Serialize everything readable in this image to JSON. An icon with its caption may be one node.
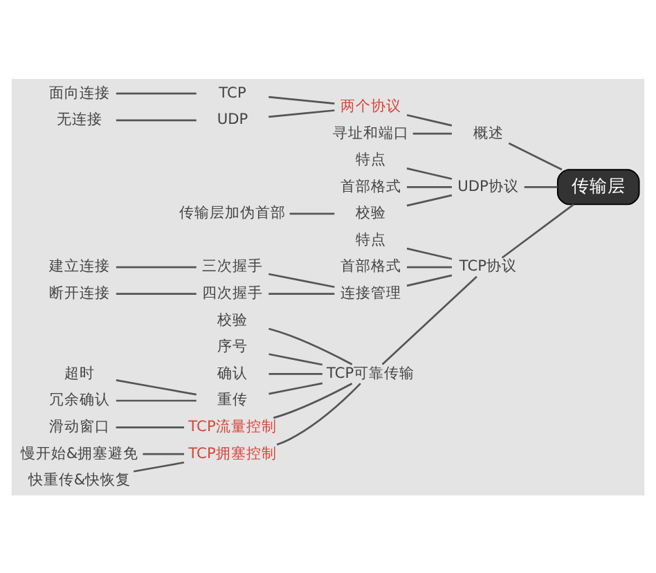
{
  "diagram": {
    "nodes": [
      {
        "text": [
          "传输层"
        ]
      },
      {
        "text": [
          "概述"
        ]
      },
      {
        "text": [
          "两个协议"
        ]
      },
      {
        "text": [
          "TCP"
        ]
      },
      {
        "text": [
          "面向连接"
        ]
      },
      {
        "text": [
          "UDP"
        ]
      },
      {
        "text": [
          "无连接"
        ]
      },
      {
        "text": [
          "寻址和端口"
        ]
      },
      {
        "text": [
          "UDP协议"
        ]
      },
      {
        "text": [
          "特点"
        ]
      },
      {
        "text": [
          "首部格式"
        ]
      },
      {
        "text": [
          "校验"
        ]
      },
      {
        "text": [
          "传输层加伪首部"
        ]
      },
      {
        "text": [
          "TCP协议"
        ]
      },
      {
        "text": [
          "特点"
        ]
      },
      {
        "text": [
          "首部格式"
        ]
      },
      {
        "text": [
          "连接管理"
        ]
      },
      {
        "text": [
          "三次握手"
        ]
      },
      {
        "text": [
          "建立连接"
        ]
      },
      {
        "text": [
          "四次握手"
        ]
      },
      {
        "text": [
          "断开连接"
        ]
      },
      {
        "text": [
          "TCP可靠传输"
        ]
      },
      {
        "text": [
          "校验"
        ]
      },
      {
        "text": [
          "序号"
        ]
      },
      {
        "text": [
          "确认"
        ]
      },
      {
        "text": [
          "重传"
        ]
      },
      {
        "text": [
          "超时"
        ]
      },
      {
        "text": [
          "冗余确认"
        ]
      },
      {
        "text": [
          "TCP流量控制"
        ]
      },
      {
        "text": [
          "滑动窗口"
        ]
      },
      {
        "text": [
          "TCP拥塞控制"
        ]
      },
      {
        "text": [
          "慢开始&拥塞避免"
        ]
      },
      {
        "text": [
          "快重传&快恢复"
        ]
      }
    ],
    "edges": [
      {
        "from": 0,
        "to": 1,
        "arrow": "none"
      },
      {
        "from": 1,
        "to": 2,
        "arrow": "none"
      },
      {
        "from": 2,
        "to": 3,
        "arrow": "none"
      },
      {
        "from": 3,
        "to": 4,
        "arrow": "none"
      },
      {
        "from": 2,
        "to": 5,
        "arrow": "none"
      },
      {
        "from": 5,
        "to": 6,
        "arrow": "none"
      },
      {
        "from": 1,
        "to": 7,
        "arrow": "none"
      },
      {
        "from": 0,
        "to": 8,
        "arrow": "none"
      },
      {
        "from": 8,
        "to": 9,
        "arrow": "none"
      },
      {
        "from": 8,
        "to": 10,
        "arrow": "none"
      },
      {
        "from": 8,
        "to": 11,
        "arrow": "none"
      },
      {
        "from": 11,
        "to": 12,
        "arrow": "none"
      },
      {
        "from": 0,
        "to": 13,
        "arrow": "none"
      },
      {
        "from": 13,
        "to": 14,
        "arrow": "none"
      },
      {
        "from": 13,
        "to": 15,
        "arrow": "none"
      },
      {
        "from": 13,
        "to": 16,
        "arrow": "none"
      },
      {
        "from": 16,
        "to": 17,
        "arrow": "none"
      },
      {
        "from": 17,
        "to": 18,
        "arrow": "none"
      },
      {
        "from": 16,
        "to": 19,
        "arrow": "none"
      },
      {
        "from": 19,
        "to": 20,
        "arrow": "none"
      },
      {
        "from": 13,
        "to": 21,
        "arrow": "none"
      },
      {
        "from": 21,
        "to": 22,
        "arrow": "none"
      },
      {
        "from": 21,
        "to": 23,
        "arrow": "none"
      },
      {
        "from": 21,
        "to": 24,
        "arrow": "none"
      },
      {
        "from": 21,
        "to": 25,
        "arrow": "none"
      },
      {
        "from": 25,
        "to": 26,
        "arrow": "none"
      },
      {
        "from": 25,
        "to": 27,
        "arrow": "none"
      },
      {
        "from": 21,
        "to": 28,
        "arrow": "none"
      },
      {
        "from": 28,
        "to": 29,
        "arrow": "none"
      },
      {
        "from": 21,
        "to": 30,
        "arrow": "none"
      },
      {
        "from": 30,
        "to": 31,
        "arrow": "none"
      },
      {
        "from": 30,
        "to": 32,
        "arrow": "none"
      }
    ]
  }
}
